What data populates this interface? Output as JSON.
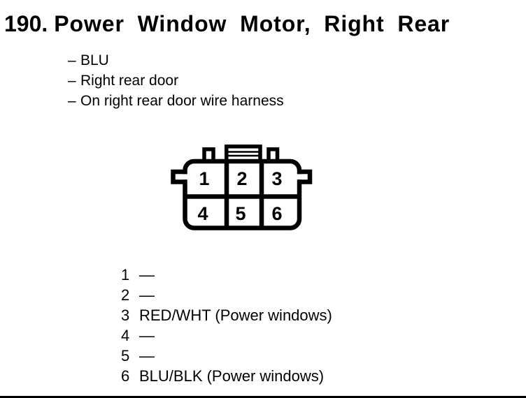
{
  "heading": {
    "number": "190.",
    "title": "Power Window Motor, Right Rear"
  },
  "bullet_marker": "–",
  "details": [
    "BLU",
    "Right rear door",
    "On right rear door wire harness"
  ],
  "connector": {
    "pins": [
      "1",
      "2",
      "3",
      "4",
      "5",
      "6"
    ]
  },
  "pinout": [
    {
      "pin": "1",
      "wire": "—"
    },
    {
      "pin": "2",
      "wire": "—"
    },
    {
      "pin": "3",
      "wire": "RED/WHT (Power windows)"
    },
    {
      "pin": "4",
      "wire": "—"
    },
    {
      "pin": "5",
      "wire": "—"
    },
    {
      "pin": "6",
      "wire": "BLU/BLK (Power windows)"
    }
  ],
  "colors": {
    "ink": "#000000",
    "paper": "#ffffff"
  }
}
